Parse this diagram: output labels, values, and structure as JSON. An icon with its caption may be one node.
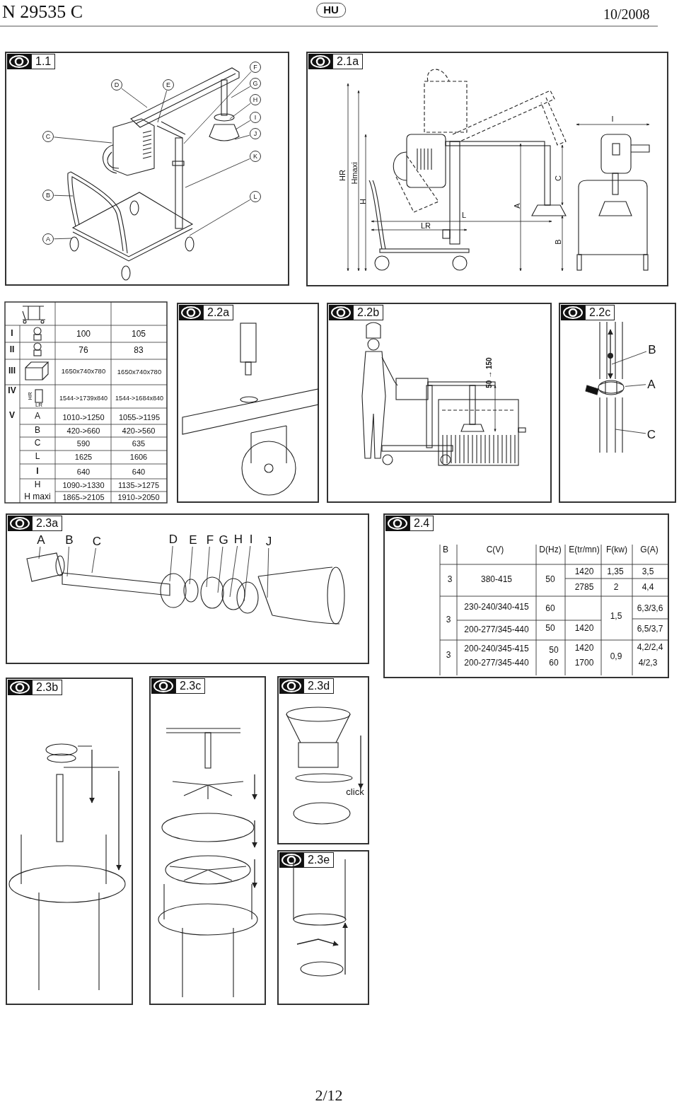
{
  "diagram": {
    "nodes": [
      {
        "text": [
          "1.1"
        ]
      },
      {
        "text": [
          "A"
        ],
        "in": 0
      },
      {
        "text": [
          "B"
        ],
        "in": 0
      },
      {
        "text": [
          "C"
        ],
        "in": 0
      },
      {
        "text": [
          "D"
        ],
        "in": 0
      },
      {
        "text": [
          "E"
        ],
        "in": 0
      },
      {
        "text": [
          "F"
        ],
        "in": 0
      },
      {
        "text": [
          "G"
        ],
        "in": 0
      },
      {
        "text": [
          "H"
        ],
        "in": 0
      },
      {
        "text": [
          "I"
        ],
        "in": 0
      },
      {
        "text": [
          "J"
        ],
        "in": 0
      },
      {
        "text": [
          "K"
        ],
        "in": 0
      },
      {
        "text": [
          "L"
        ],
        "in": 0
      },
      {
        "text": [
          "2.1a"
        ]
      },
      {
        "text": [
          "2.2a"
        ]
      },
      {
        "text": [
          "2.2b"
        ]
      },
      {
        "text": [
          "2.2c"
        ]
      },
      {
        "text": [
          "B"
        ],
        "in": 16
      },
      {
        "text": [
          "A"
        ],
        "in": 16
      },
      {
        "text": [
          "C"
        ],
        "in": 16
      },
      {
        "text": [
          "2.3a"
        ]
      },
      {
        "text": [
          "A"
        ],
        "in": 20
      },
      {
        "text": [
          "B"
        ],
        "in": 20
      },
      {
        "text": [
          "C"
        ],
        "in": 20
      },
      {
        "text": [
          "D"
        ],
        "in": 20
      },
      {
        "text": [
          "E"
        ],
        "in": 20
      },
      {
        "text": [
          "F"
        ],
        "in": 20
      },
      {
        "text": [
          "G"
        ],
        "in": 20
      },
      {
        "text": [
          "H"
        ],
        "in": 20
      },
      {
        "text": [
          "I"
        ],
        "in": 20
      },
      {
        "text": [
          "J"
        ],
        "in": 20
      },
      {
        "text": [
          "2.4"
        ]
      },
      {
        "text": [
          "2.3b"
        ]
      },
      {
        "text": [
          "2.3c"
        ]
      },
      {
        "text": [
          "2.3d"
        ]
      },
      {
        "text": [
          "2.3e"
        ]
      },
      {
        "text": [],
        "shape": "picture",
        "in": 16
      }
    ],
    "edges": [
      {
        "from": 1,
        "to": null,
        "arrow": "none"
      },
      {
        "from": 2,
        "to": null,
        "arrow": "none"
      },
      {
        "from": 3,
        "to": null,
        "arrow": "none"
      },
      {
        "from": 4,
        "to": null,
        "arrow": "none"
      },
      {
        "from": 5,
        "to": null,
        "arrow": "none"
      },
      {
        "from": 6,
        "to": null,
        "arrow": "none"
      },
      {
        "from": 7,
        "to": null,
        "arrow": "none"
      },
      {
        "from": 8,
        "to": null,
        "arrow": "none"
      },
      {
        "from": 9,
        "to": null,
        "arrow": "none"
      },
      {
        "from": 10,
        "to": null,
        "arrow": "none"
      },
      {
        "from": 11,
        "to": null,
        "arrow": "none"
      },
      {
        "from": 12,
        "to": null,
        "arrow": "none"
      },
      {
        "from": 17,
        "to": null,
        "arrow": "none"
      },
      {
        "from": 18,
        "to": 36,
        "arrow": "none"
      },
      {
        "from": 19,
        "to": null,
        "arrow": "none"
      },
      {
        "from": 21,
        "to": null,
        "arrow": "none"
      },
      {
        "from": 22,
        "to": null,
        "arrow": "none"
      },
      {
        "from": 23,
        "to": null,
        "arrow": "none"
      },
      {
        "from": 24,
        "to": null,
        "arrow": "none"
      },
      {
        "from": 25,
        "to": null,
        "arrow": "none"
      },
      {
        "from": 26,
        "to": null,
        "arrow": "none"
      },
      {
        "from": 27,
        "to": null,
        "arrow": "none"
      },
      {
        "from": 28,
        "to": null,
        "arrow": "none"
      },
      {
        "from": 29,
        "to": null,
        "arrow": "none"
      },
      {
        "from": 30,
        "to": null,
        "arrow": "none"
      }
    ],
    "labels": [
      "N 29535 C",
      "HU",
      "10/2008",
      "HR",
      "Hmaxi",
      "H",
      "LR",
      "L",
      "A",
      "C",
      "B",
      "I",
      "I",
      "100",
      "105",
      "II",
      "76",
      "83",
      "III",
      "1650x740x780",
      "1650x740x780",
      "IV",
      "HR",
      "LR",
      "1544->1739x840",
      "1544->1684x840",
      "V",
      "A",
      "1010->1250",
      "1055->1195",
      "B",
      "420->660",
      "420->560",
      "C",
      "590",
      "635",
      "L",
      "1625",
      "1606",
      "I",
      "640",
      "640",
      "H",
      "1090->1330",
      "1135->1275",
      "H maxi",
      "1865->2105",
      "1910->2050",
      "50 → 150",
      "B",
      "C(V)",
      "D(Hz)",
      "E(tr/mn)",
      "F(kw)",
      "G(A)",
      "3",
      "380-415",
      "50",
      "1420",
      "1,35",
      "3,5",
      "2785",
      "2",
      "4,4",
      "3",
      "230-240/340-415",
      "60",
      "1,5",
      "6,3/3,6",
      "200-277/345-440",
      "50",
      "1420",
      "6,5/3,7",
      "3",
      "200-240/345-415",
      "50",
      "1420",
      "0,9",
      "4,2/2,4",
      "200-277/345-440",
      "60",
      "1700",
      "4/2,3",
      "click",
      "2/12"
    ]
  }
}
